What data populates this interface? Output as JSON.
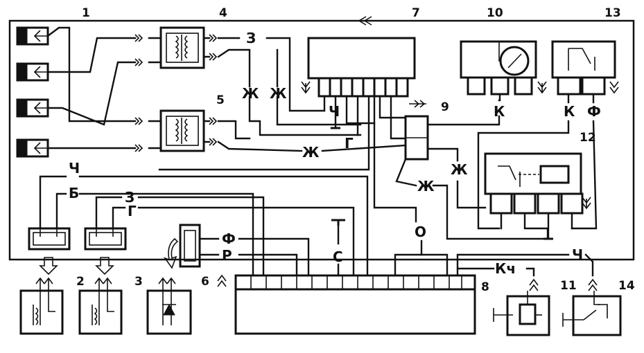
{
  "component_numbers": [
    "1",
    "2",
    "3",
    "4",
    "5",
    "6",
    "7",
    "8",
    "9",
    "10",
    "11",
    "12",
    "13",
    "14"
  ],
  "wire_labels": {
    "w_z1": "З",
    "w_zh1": "Ж",
    "w_zh2": "Ж",
    "w_ch1": "Ч",
    "w_g1": "Г",
    "w_zh3": "Ж",
    "w_zh4": "Ж",
    "w_zh5": "Ж",
    "w_k1": "К",
    "w_k2": "К",
    "w_f1": "Ф",
    "w_ch2": "Ч",
    "w_b1": "Б",
    "w_z2": "З",
    "w_g2": "Г",
    "w_f2": "Ф",
    "w_r1": "Р",
    "w_s1": "С",
    "w_o1": "О",
    "w_kch": "Кч",
    "w_ch3": "Ч"
  }
}
